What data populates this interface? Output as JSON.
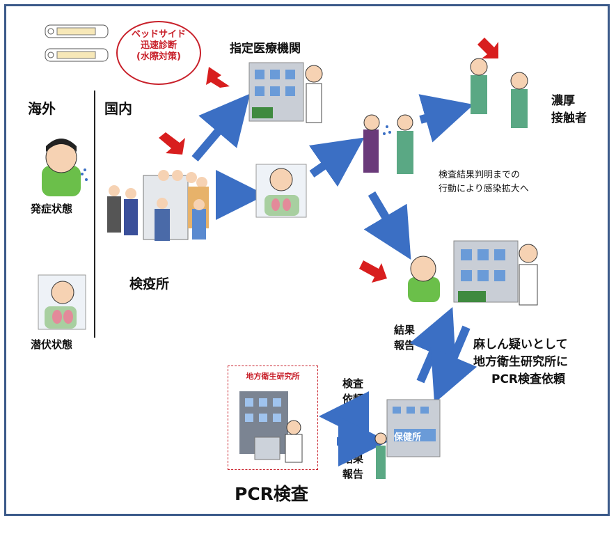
{
  "labels": {
    "overseas": "海外",
    "domestic": "国内",
    "symptomatic": "発症状態",
    "latent": "潜伏状態",
    "quarantine": "検疫所",
    "designated_hospital": "指定医療機関",
    "bedside_line1": "ベッドサイド",
    "bedside_line2": "迅速診断",
    "bedside_line3": "(水際対策)",
    "close_contacts_1": "濃厚",
    "close_contacts_2": "接触者",
    "spread_1": "検査結果判明までの",
    "spread_2": "行動により感染拡大へ",
    "result_report_1": "結果",
    "result_report_2": "報告",
    "measles_1": "麻しん疑いとして",
    "measles_2": "地方衛生研究所に",
    "measles_3": "PCR検査依頼",
    "test_request_1": "検査",
    "test_request_2": "依頼",
    "result_report_b1": "結果",
    "result_report_b2": "報告",
    "pcr": "PCR検査",
    "local_institute": "地方衛生研究所",
    "health_center": "保健所"
  },
  "colors": {
    "arrow_blue": "#3b6fc4",
    "alert_red": "#d81e1e",
    "border_blue": "#3b5a8a",
    "building_gray": "#c9ced6",
    "window_blue": "#6a9bd8",
    "skin": "#f6d2b3"
  }
}
